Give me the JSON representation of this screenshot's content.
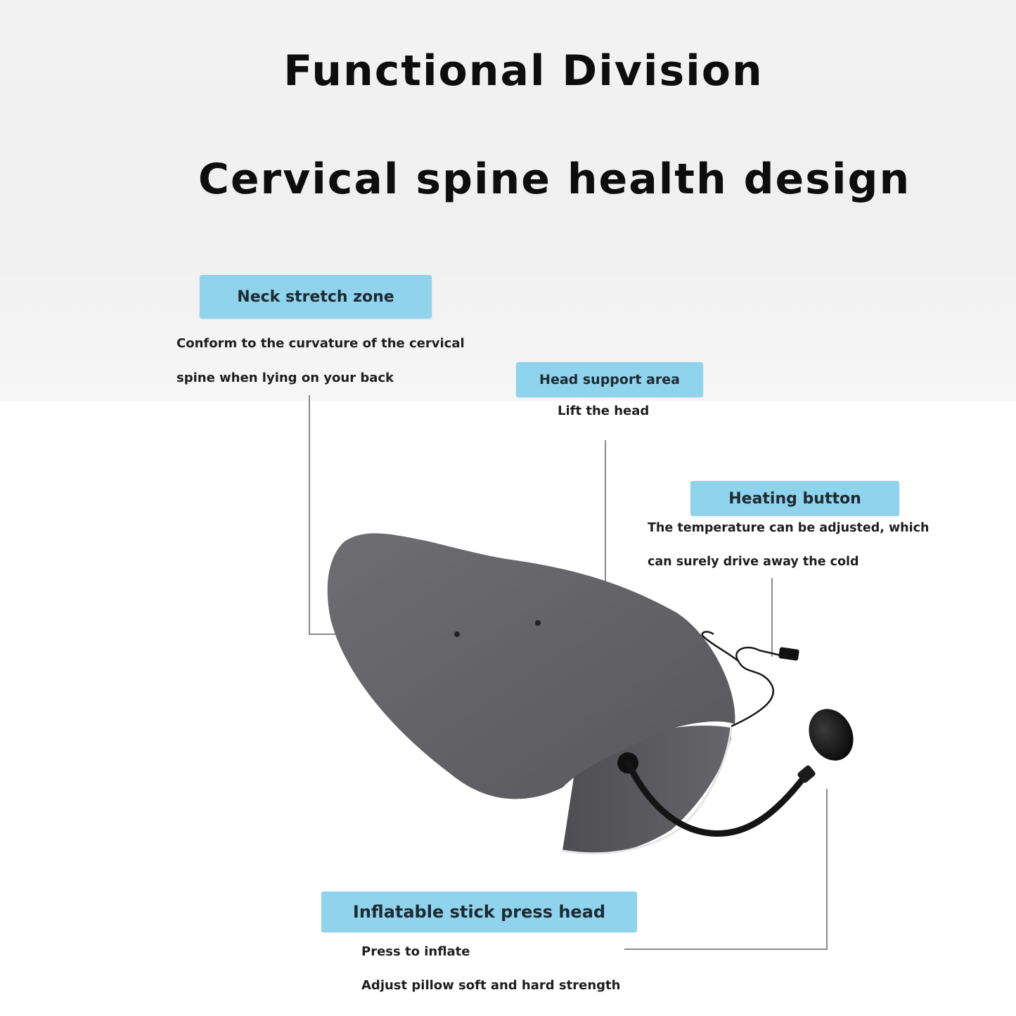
{
  "heading": {
    "line1": "Functional Division",
    "line2": "Cervical spine health design"
  },
  "callouts": {
    "neck": {
      "label": "Neck stretch zone",
      "desc_line1": "Conform to the curvature of the cervical",
      "desc_line2": "spine when lying on your back"
    },
    "head": {
      "label": "Head support area",
      "desc_line1": "Lift the head"
    },
    "heat": {
      "label": "Heating button",
      "desc_line1": "The temperature can be adjusted, which",
      "desc_line2": "can surely drive away the cold"
    },
    "inflate": {
      "label": "Inflatable stick press head",
      "desc_line1": "Press to inflate",
      "desc_line2": "Adjust pillow soft and hard strength"
    }
  },
  "colors": {
    "tag": "#8fd3ec",
    "pillow": "#5f5f62",
    "leader_line": "#8a8a8a"
  }
}
